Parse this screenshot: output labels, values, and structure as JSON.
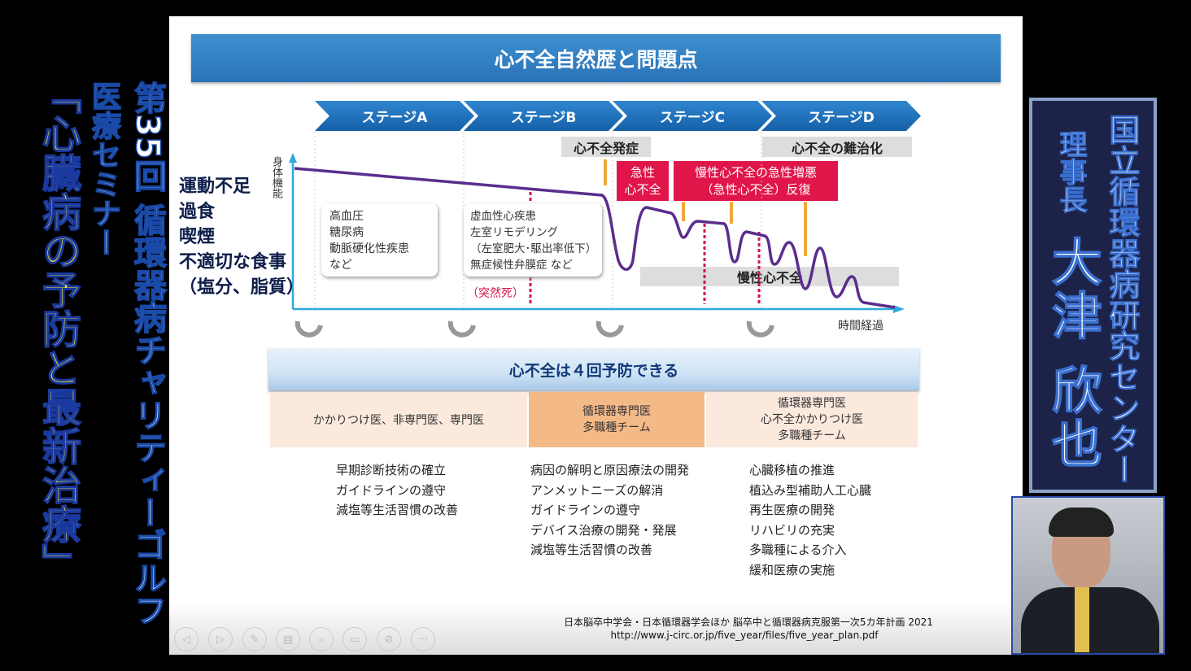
{
  "slide": {
    "title": "心不全自然歴と問題点",
    "stages": [
      "ステージA",
      "ステージB",
      "ステージC",
      "ステージD"
    ],
    "onset_label": "心不全発症",
    "refractory_label": "心不全の難治化",
    "acute_label": [
      "急性",
      "心不全"
    ],
    "exacerbation_label": [
      "慢性心不全の急性増悪",
      "（急性心不全）反復"
    ],
    "risk_factors": [
      "運動不足",
      "過食",
      "喫煙",
      "不適切な食事",
      "（塩分、脂質）"
    ],
    "y_axis_label": "身体機能",
    "x_axis_label": "時間経過",
    "stage_a_box": [
      "高血圧",
      "糖尿病",
      "動脈硬化性疾患",
      "など"
    ],
    "stage_b_box": [
      "虚血性心疾患",
      "左室リモデリング",
      "（左室肥大･駆出率低下）",
      "無症候性弁膜症 など"
    ],
    "sudden_death": "（突然死）",
    "chronic_label": "慢性心不全",
    "banner": "心不全は４回予防できる",
    "providers": [
      [
        "かかりつけ医、非専門医、専門医"
      ],
      [
        "循環器専門医",
        "多職種チーム"
      ],
      [
        "循環器専門医",
        "心不全かかりつけ医",
        "多職種チーム"
      ]
    ],
    "measures": [
      [
        "早期診断技術の確立",
        "ガイドラインの遵守",
        "減塩等生活習慣の改善"
      ],
      [
        "病因の解明と原因療法の開発",
        "アンメットニーズの解消",
        "ガイドラインの遵守",
        "デバイス治療の開発・発展",
        "減塩等生活習慣の改善"
      ],
      [
        "心臓移植の推進",
        "植込み型補助人工心臓",
        "再生医療の開発",
        "リハビリの充実",
        "多職種による介入",
        "緩和医療の実施"
      ]
    ],
    "citation": "日本脳卒中学会・日本循環器学会ほか 脳卒中と循環器病克服第一次5カ年計画 2021",
    "url": "http://www.j-circ.or.jp/five_year/files/five_year_plan.pdf"
  },
  "toolbar": [
    "◁",
    "▷",
    "✎",
    "▤",
    "⌕",
    "▭",
    "⊘",
    "···"
  ],
  "overlay": {
    "event": "第35回 循環器病チャリティーゴルフ",
    "seminar": "医療セミナー",
    "topic": "「心臓病の予防と最新治療」",
    "org": "国立循環器病研究センター",
    "role": "理事長",
    "speaker": "大津 欣也"
  },
  "colors": {
    "accent_blue": "#2a73b8",
    "alert_red": "#e0164a",
    "arrow_orange": "#f0a83a",
    "curve": "#5b2d8e"
  }
}
